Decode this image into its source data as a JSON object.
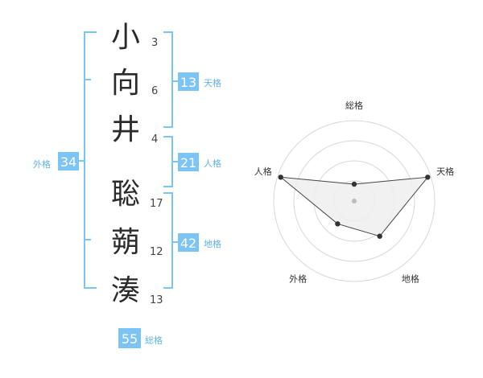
{
  "name": {
    "chars": [
      {
        "char": "小",
        "strokes": "3"
      },
      {
        "char": "向",
        "strokes": "6"
      },
      {
        "char": "井",
        "strokes": "4"
      },
      {
        "char": "聡",
        "strokes": "17"
      },
      {
        "char": "蒴",
        "strokes": "12"
      },
      {
        "char": "湊",
        "strokes": "13"
      }
    ]
  },
  "kakusu": {
    "tenkaku": {
      "value": "13",
      "label": "天格"
    },
    "jinkaku": {
      "value": "21",
      "label": "人格"
    },
    "chikaku": {
      "value": "42",
      "label": "地格"
    },
    "gaikaku": {
      "value": "34",
      "label": "外格"
    },
    "soukaku": {
      "value": "55",
      "label": "総格"
    }
  },
  "colors": {
    "accent": "#7cc4f5",
    "accent_text": "#5fb2ea",
    "grid": "#d8d8d8",
    "radar_fill": "#eeeeee",
    "radar_stroke": "#444444"
  },
  "chart_data": {
    "type": "radar",
    "axes": [
      "総格",
      "天格",
      "地格",
      "外格",
      "人格"
    ],
    "values": [
      1.05,
      4.8,
      2.7,
      1.75,
      4.8
    ],
    "max": 5,
    "rings": 4
  }
}
